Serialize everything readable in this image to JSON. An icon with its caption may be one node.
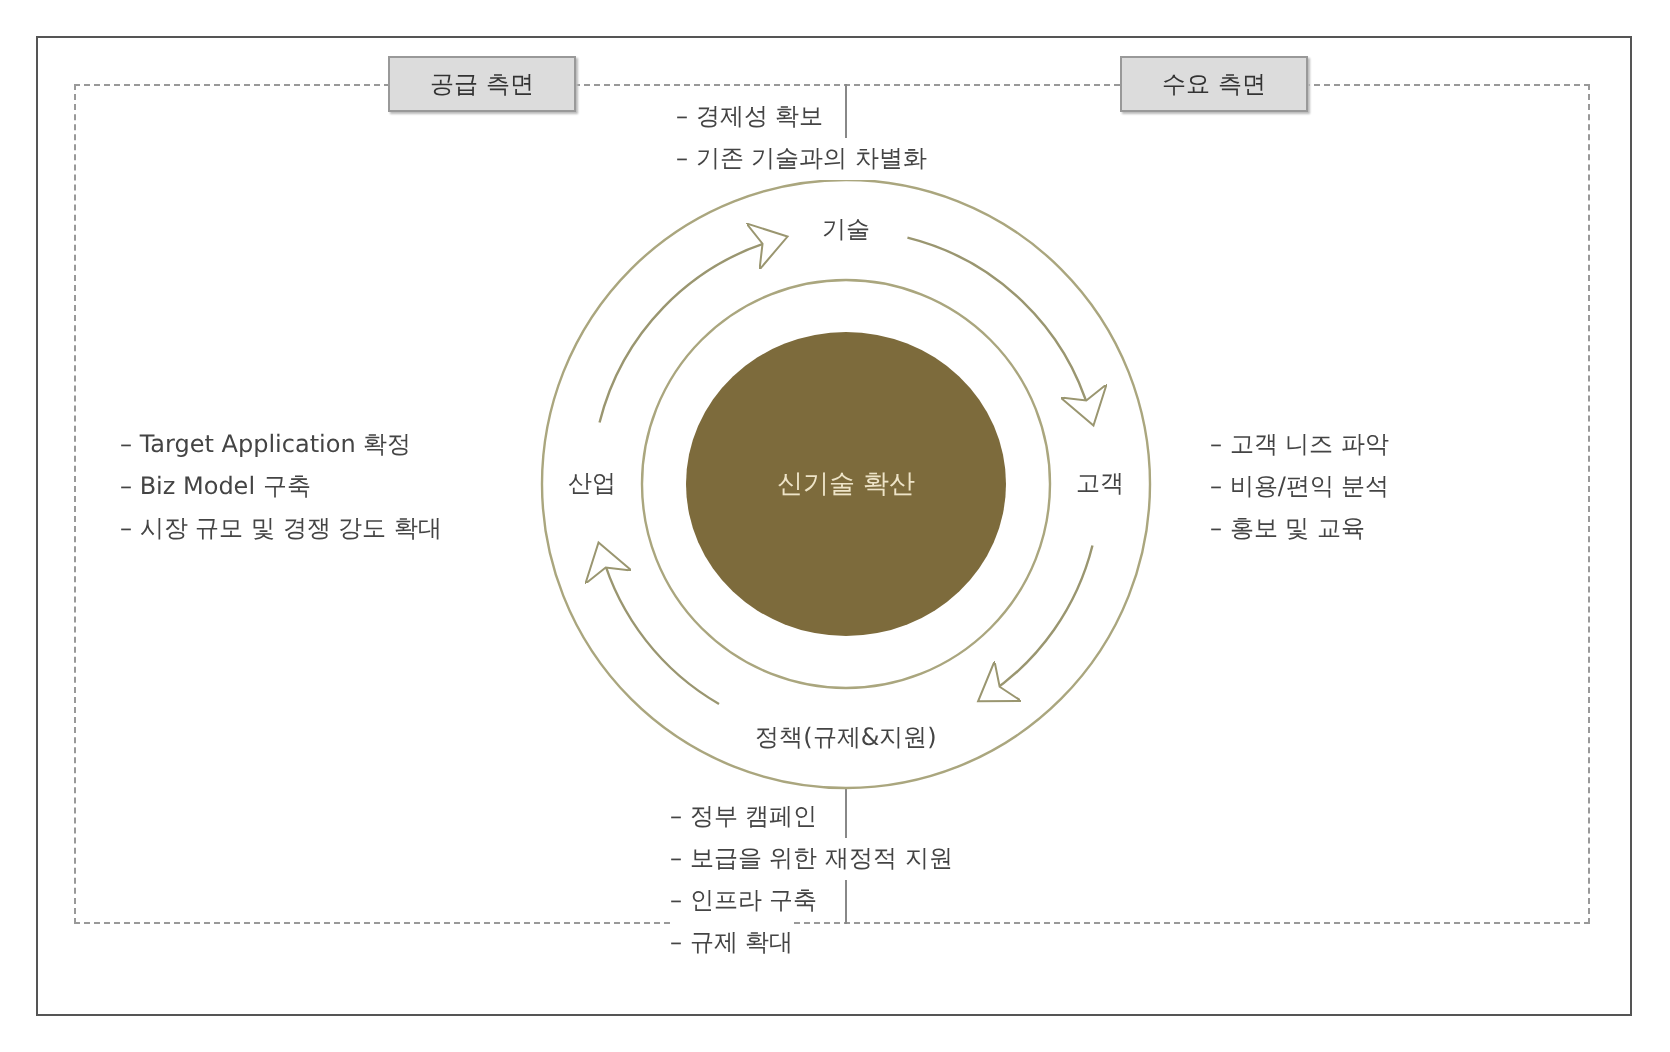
{
  "diagram": {
    "nodes": [
      {
        "text": [
          "공급 측면"
        ]
      },
      {
        "text": [
          "수요 측면"
        ]
      },
      {
        "text": [
          "기술"
        ],
        "beside": [
          "– 경제성 확보",
          "– 기존 기술과의 차별화"
        ]
      },
      {
        "text": [
          "고객"
        ],
        "beside": [
          "– 고객 니즈 파악",
          "– 비용/편익 분석",
          "– 홍보 및 교육"
        ]
      },
      {
        "text": [
          "정책(규제&지원)"
        ],
        "beside": [
          "– 정부 캠페인",
          "– 보급을 위한 재정적 지원",
          "– 인프라 구축",
          "– 규제 확대"
        ]
      },
      {
        "text": [
          "산업"
        ],
        "beside": [
          "– Target Application 확정",
          "– Biz Model 구축",
          "– 시장 규모 및 경쟁 강도 확대"
        ]
      },
      {
        "text": [
          "신기술 확산"
        ]
      }
    ],
    "edges": [
      {
        "from": 2,
        "to": 3,
        "arrow": "to"
      },
      {
        "from": 3,
        "to": 4,
        "arrow": "to"
      },
      {
        "from": 4,
        "to": 5,
        "arrow": "to"
      },
      {
        "from": 5,
        "to": 2,
        "arrow": "to"
      }
    ]
  }
}
